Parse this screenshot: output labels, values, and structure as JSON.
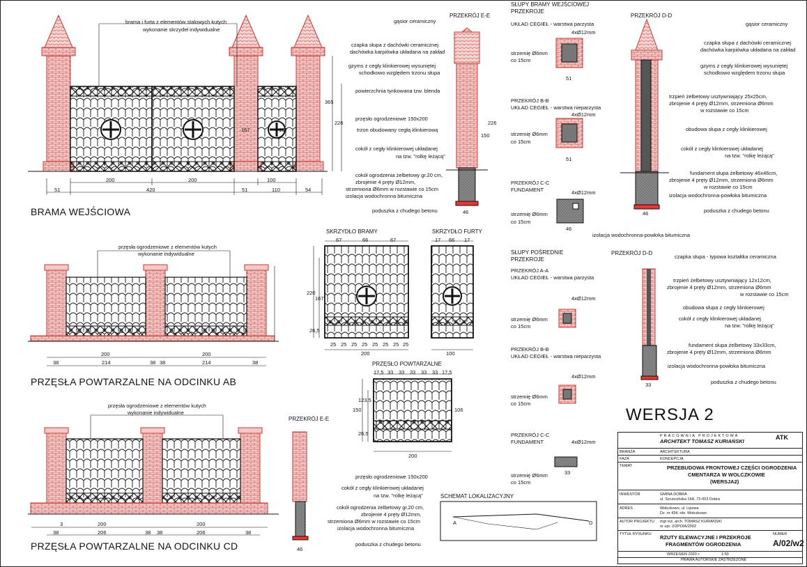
{
  "page": {
    "version_label": "WERSJA 2"
  },
  "drawings": {
    "brama": {
      "title": "BRAMA WEJŚCIOWA",
      "note_line1": "brama i furta z elementów stalowych kutych",
      "note_line2": "wykonanie skrzydeł indywidualne",
      "dim_200a": "200",
      "dim_420": "420",
      "dim_200b": "200",
      "dim_100": "100",
      "dim_51a": "51",
      "dim_51b": "51",
      "dim_110": "110",
      "dim_54": "54",
      "dim_167": "167",
      "dim_167b": "167",
      "dim_226": "226",
      "dim_365": "365"
    },
    "ab": {
      "title": "PRZĘSŁA POWTARZALNE NA ODCINKU AB",
      "note_line1": "przęsła ogrodzeniowe z elementów kutych",
      "note_line2": "wykonanie indywidualne",
      "dims": [
        "38",
        "214",
        "38",
        "38",
        "214",
        "38"
      ],
      "dim_200a": "200",
      "dim_200b": "200"
    },
    "cd": {
      "title": "PRZĘSŁA POWTARZALNE NA ODCINKU CD",
      "note_line1": "przęsła ogrodzeniowe z elementów kutych",
      "note_line2": "wykonanie indywidualne",
      "dims": [
        "38",
        "206",
        "38",
        "38",
        "206",
        "38"
      ],
      "dim_200a": "200",
      "dim_200b": "200",
      "dim_3": "3"
    },
    "ee_top": {
      "title": "PRZEKRÓJ E-E",
      "labels": [
        "gąsior ceramiczny",
        "czapka słupa z dachówki ceramicznej",
        "dachówka karpiówka układana na zakład",
        "gzyms z cegły klinkierowej wysuniętej",
        "schodkowo względem trzonu słupa",
        "powierzchnia tynkowana tzw. blenda",
        "przęsło ogrodzeniowe 150x200",
        "trzon obudowany cegłą klinkierową",
        "cokół z cegły klinkierowej układanej",
        "na tzw. \"rolkę leżącą\"",
        "cokół ogrodzenia żelbetowy gr.20 cm,",
        "zbrojenie 4 pręty Ø12mm,",
        "strzemiona Ø6mm w rozstawie co 15cm",
        "izolacja wodochronna bitumiczna",
        "poduszka z chudego betonu"
      ],
      "dim_46": "46",
      "dim_150": "150",
      "dim_226": "226"
    },
    "slupy_bramy": {
      "title_line1": "SŁUPY BRAMY WEJŚCIOWEJ",
      "title_line2": "PRZEKROJE",
      "aa_title": "UKŁAD CEGIEŁ - warstwa parzysta",
      "bb_title1": "PRZEKRÓJ B-B",
      "bb_title2": "UKŁAD CEGIEŁ - warstwa nieparzysta",
      "cc_title1": "PRZEKRÓJ C-C",
      "cc_title2": "FUNDAMENT",
      "rebar": "4xØ12mm",
      "stirrup1": "strzemię Ø6mm",
      "stirrup2": "co 15cm",
      "dim_51": "51",
      "dim_46": "46",
      "izolacja": "izolacja wodochronna-powłoka bitumiczna"
    },
    "dd_top": {
      "title": "PRZEKRÓJ D-D",
      "labels": [
        "gąsior ceramiczny",
        "czapka słupa z dachówki ceramicznej",
        "dachówka karpiówka układana na zakład",
        "gzyms z cegły klinkierowej wysuniętej",
        "schodkowo względem trzonu słupa",
        "trzpień żelbetowy usztywniający 25x25cm,",
        "zbrojenie 4 pręty Ø12mm, strzemiona Ø6mm",
        "w rozstawie co 15cm",
        "obudowa słupa z cegły klinkierowej",
        "cokół z cegły klinkierowej układanej",
        "na tzw. \"rolkę leżącą\"",
        "fundament słupa żelbetowy 46x46cm,",
        "zbrojenie 4 pręty Ø12mm, strzemiona Ø6mm",
        "w rozstawie co 15cm",
        "izolacja wodochronna-powłoka bitumiczna",
        "poduszka z chudego betonu"
      ],
      "dim_46": "46"
    },
    "skrzydlo": {
      "brama_title": "SKRZYDŁO BRAMY",
      "furta_title": "SKRZYDŁO FURTY",
      "brama_top": [
        "67",
        "66",
        "67"
      ],
      "furta_top": [
        "17",
        "66",
        "17"
      ],
      "brama_width": "200",
      "furta_width": "100",
      "h220": "220",
      "h167": "167",
      "h26": "26,5",
      "bottom": [
        "25",
        "25",
        "25",
        "25",
        "25",
        "25",
        "25",
        "25"
      ]
    },
    "przeslo": {
      "title": "PRZĘSŁO POWTARZALNE",
      "top": [
        "17,5",
        "33",
        "33",
        "33",
        "33",
        "33",
        "17,5"
      ],
      "h150": "150",
      "h123": "123,5",
      "h26": "26,5",
      "h106": "106",
      "width": "200"
    },
    "slupy_posrednie": {
      "title_line1": "SŁUPY POŚREDNIE",
      "title_line2": "PRZEKROJE",
      "aa_title1": "PRZEKRÓJ A-A",
      "aa_title2": "UKŁAD CEGIEŁ - warstwa parzysta",
      "bb_title1": "PRZEKRÓJ B-B",
      "bb_title2": "UKŁAD CEGIEŁ - warstwa nieparzysta",
      "cc_title1": "PRZEKRÓJ C-C",
      "cc_title2": "FUNDAMENT",
      "rebar": "4xØ12mm",
      "stirrup1": "strzemię Ø6mm",
      "stirrup2": "co 15cm",
      "dim_33": "33"
    },
    "dd_bottom": {
      "title": "PRZEKRÓJ D-D",
      "labels": [
        "czapka słupa - typowa kształtka ceramiczna",
        "trzpień żelbetowy usztywniający 12x12cm,",
        "zbrojenie 4 pręty Ø12mm, strzemiona Ø6mm",
        "w rozstawie co 15cm",
        "obudowa słupa z cegły klinkierowej",
        "cokół z cegły klinkierowej układanej",
        "na tzw. \"rolkę leżącą\"",
        "fundament słupa żelbetowy 33x33cm,",
        "zbrojenie 4 pręty Ø12mm, strzemiona Ø6mm",
        "izolacja wodochronna-powłoka bitumiczna",
        "poduszka z chudego betonu"
      ],
      "dim_33": "33"
    },
    "ee_bottom": {
      "title": "PRZEKRÓJ E-E",
      "labels": [
        "przęsło ogrodzeniowe 150x200",
        "cokół z cegły klinkierowej układanej",
        "na tzw. \"rolkę leżącą\"",
        "cokół ogrodzenia żelbetowy gr.20 cm,",
        "zbrojenie 4 pręty Ø12mm,",
        "strzemiona Ø6mm w rozstawie co 15cm",
        "izolacja wodochronna bitumiczna",
        "poduszka z chudego betonu"
      ],
      "dim_46": "46"
    },
    "schemat": {
      "title": "SCHEMAT LOKALIZACYJNY",
      "label_a": "A",
      "label_d": "D"
    }
  },
  "title_block": {
    "studio_line1": "PRACOWNIA PROJEKTOWA",
    "studio_line2": "ARCHITEKT TOMASZ KURIAŃSKI",
    "logo": "ATK",
    "branza_label": "BRANŻA",
    "branza": "ARCHITEKTURA",
    "faza_label": "FAZA",
    "faza": "KONCEPCJA",
    "temat_label": "TEMAT",
    "temat1": "PRZEBUDOWA FRONTOWEJ CZĘŚCI OGRODZENIA",
    "temat2": "CMENTARZA W WOLCZKOWIE",
    "temat3": "(WERSJA2)",
    "inwestor_label": "INWESTOR",
    "inwestor1": "GMINA DOBRA",
    "inwestor2": "ul. Szczecińska 16A, 72-003 Dobra",
    "adres_label": "ADRES",
    "adres1": "Wołczkowo, ul. Lipowa",
    "adres2": "Dz. nr 434, obr. Wołczkowo",
    "autor_label": "AUTOR PROJEKTU",
    "autor1": "mgr inż. arch. TOMASZ KURIAŃSKI",
    "autor2": "nr upr. 2/ZPOIA/2002",
    "tytul_label": "TYTUŁ RYSUNKU",
    "tytul1": "RZUTY ELEWACYJNE I PRZEKROJE",
    "tytul2": "FRAGMENTÓW OGRODZENIA",
    "numer_label": "NUMER",
    "numer": "A/02/w2",
    "data": "WRZESIEŃ 2020 r.",
    "skala": "1:50",
    "stopka": "PRAWA AUTORSKIE ZASTRZEŻONE"
  }
}
